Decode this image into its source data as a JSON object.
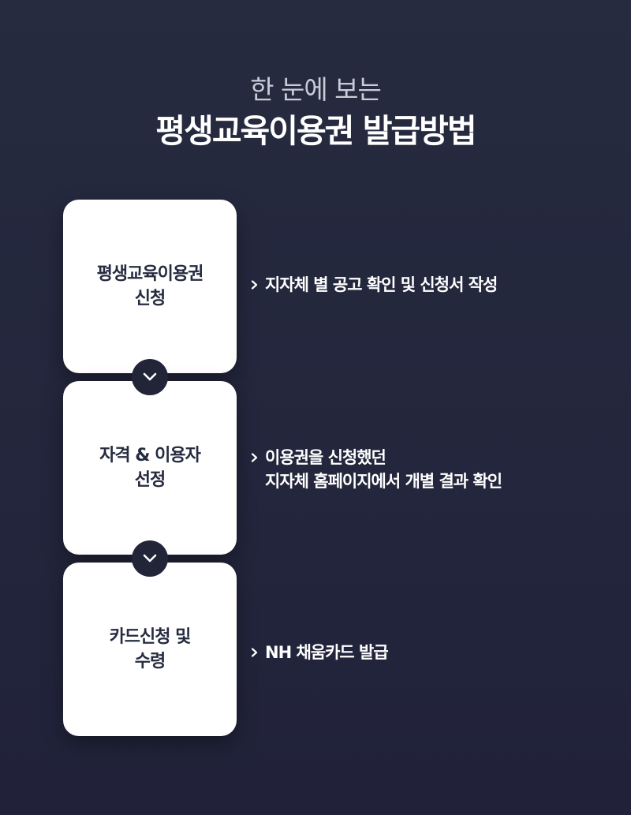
{
  "header": {
    "subtitle": "한 눈에 보는",
    "title": "평생교육이용권 발급방법"
  },
  "steps": [
    {
      "label": "평생교육이용권\n신청",
      "description": "지자체 별 공고 확인 및 신청서 작성"
    },
    {
      "label": "자격 & 이용자\n선정",
      "description": "이용권을 신청했던\n지자체 홈페이지에서 개별 결과 확인"
    },
    {
      "label": "카드신청 및\n수령",
      "description": "NH 채움카드 발급"
    }
  ],
  "colors": {
    "background": "#262b3f",
    "card": "#ffffff",
    "card_text": "#262b40",
    "connector": "#222437"
  },
  "icons": {
    "connector": "chevron-down-icon",
    "bullet": "chevron-right-icon"
  }
}
